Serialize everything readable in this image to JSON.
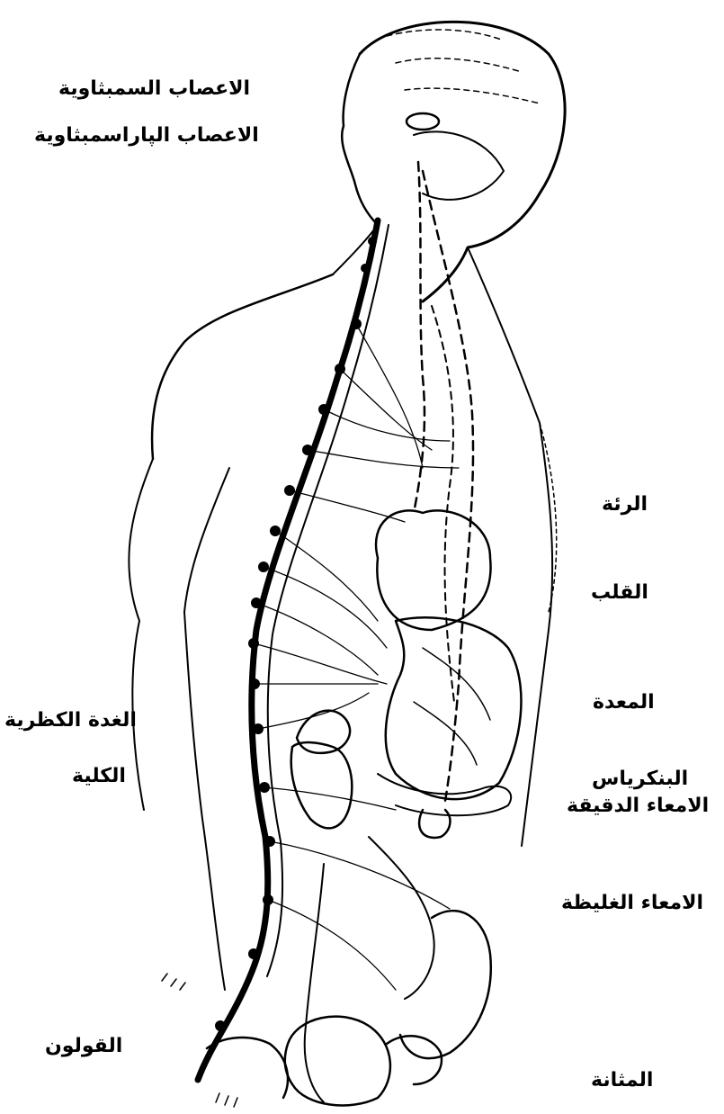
{
  "labels": {
    "sympathetic": "الاعصاب السمبثاوية",
    "parasympathetic": "الاعصاب الپاراسمبثاوية",
    "lung": "الرئة",
    "heart": "القلب",
    "stomach": "المعدة",
    "adrenal": "الغدة الكظرية",
    "kidney": "الكلية",
    "pancreas": "البنكرياس",
    "small_intestine": "الامعاء الدقيقة",
    "large_intestine": "الامعاء الغليظة",
    "colon": "القولون",
    "bladder": "المثانة"
  }
}
